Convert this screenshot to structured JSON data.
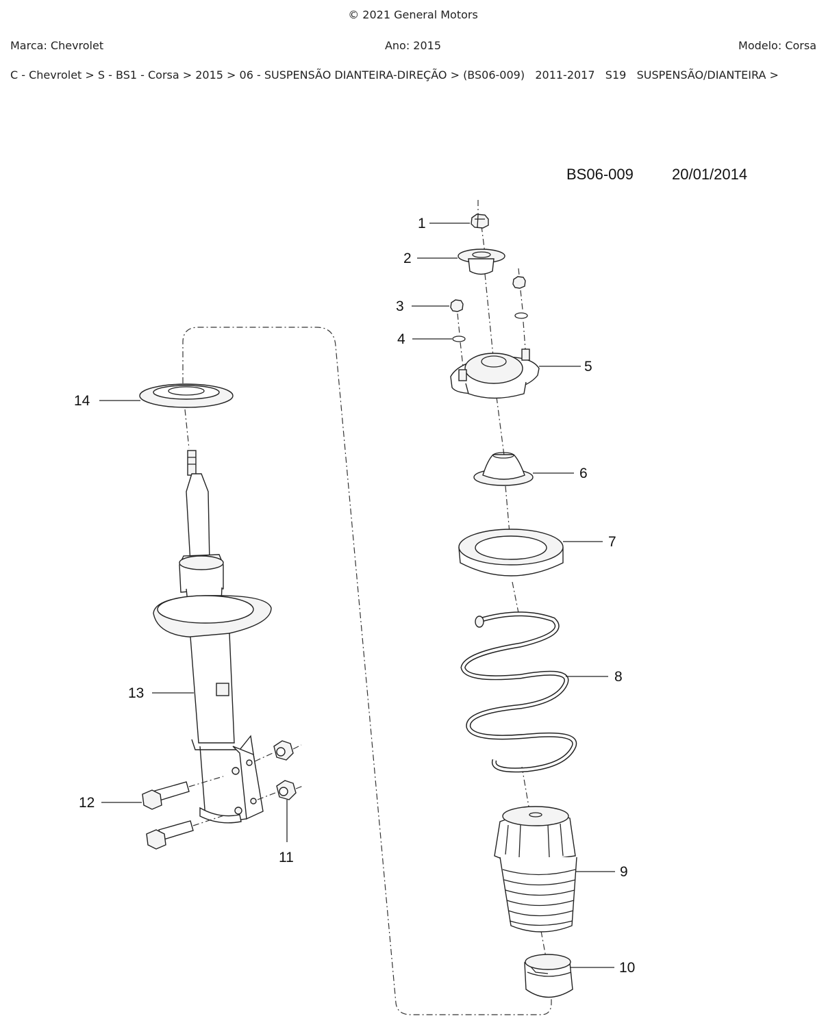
{
  "header": {
    "copyright": "© 2021 General Motors",
    "marca": "Marca: Chevrolet",
    "ano": "Ano: 2015",
    "modelo": "Modelo: Corsa"
  },
  "breadcrumb": [
    "C - Chevrolet",
    " > ",
    "S - BS1 - Corsa",
    " > ",
    "2015",
    " > ",
    "06 - SUSPENSÃO DIANTEIRA-DIREÇÃO",
    " > ",
    "(BS06-009)   2011-2017   S19   SUSPENSÃO/DIANTEIRA",
    " >"
  ],
  "diagram": {
    "code": "BS06-009",
    "date": "20/01/2014",
    "callouts": [
      "1",
      "2",
      "3",
      "4",
      "5",
      "6",
      "7",
      "8",
      "9",
      "10",
      "11",
      "12",
      "13",
      "14"
    ]
  }
}
